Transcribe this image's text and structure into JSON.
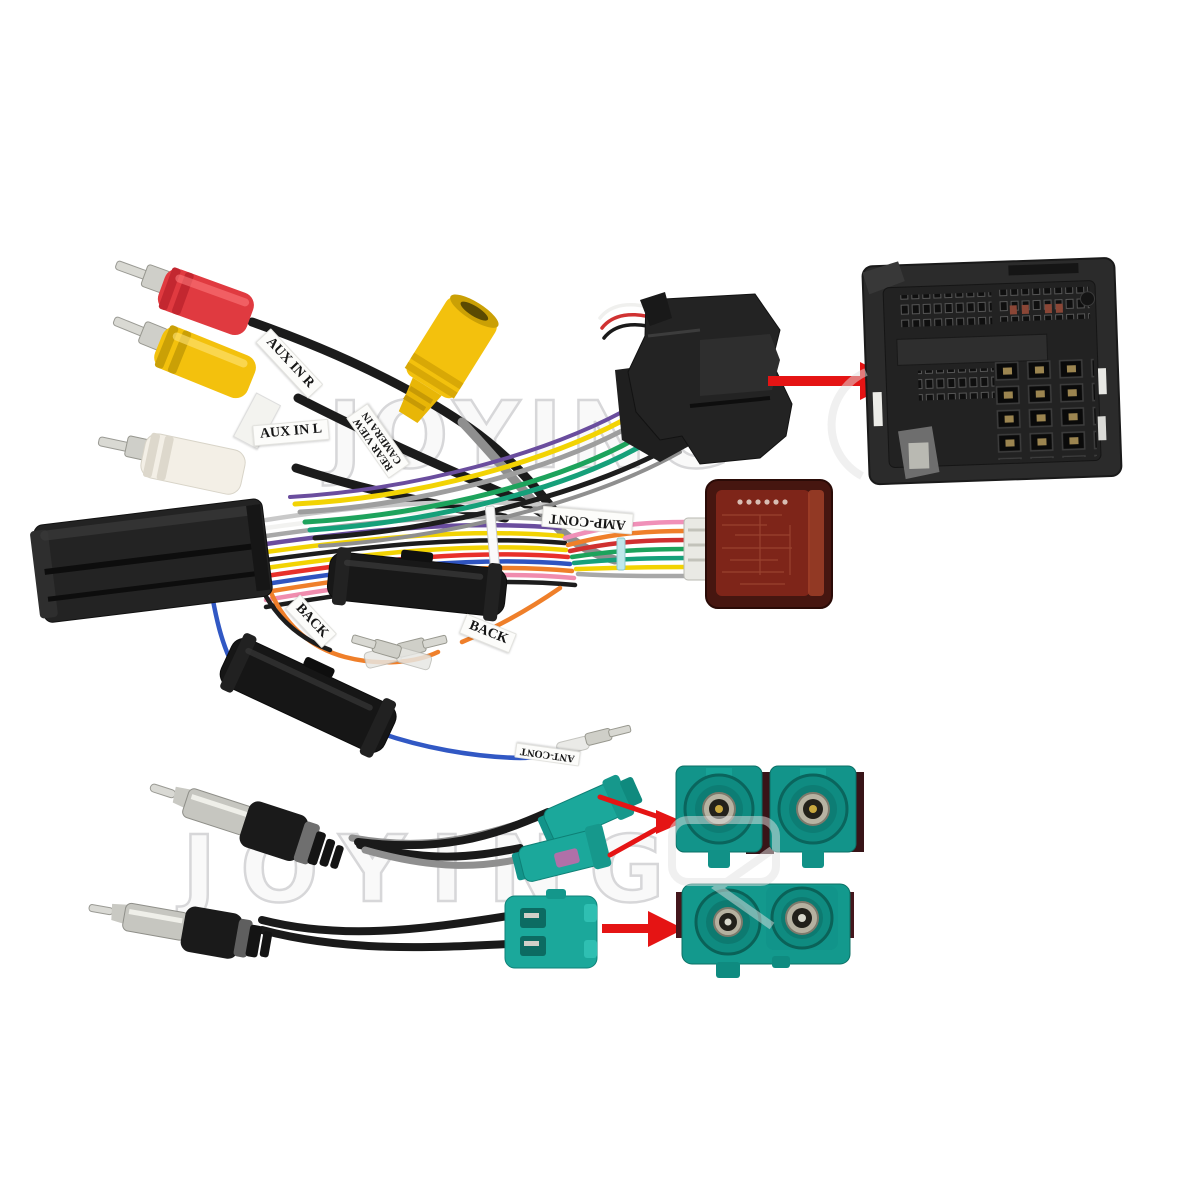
{
  "scene": {
    "description": "Product photo: car stereo wiring harness kit with quadlock connectors, CAN-bus decoder box, RCA leads and Fakra antenna adapters on white background",
    "background_color": "#ffffff"
  },
  "watermark": {
    "text": "JOYING",
    "color": "#d7d7d9"
  },
  "wire_tags": {
    "aux_in_r": "AUX IN R",
    "aux_in_l": "AUX IN L",
    "rear_view_camera_line1": "REAR VIEW",
    "rear_view_camera_line2": "CAMERA IN",
    "back_left": "BACK",
    "back_right": "BACK",
    "amp_cont": "AMP-CONT",
    "ant_cont": "ANT-CONT"
  },
  "palette": {
    "scene_bg": "#ffffff",
    "rca_red": "#e03a40",
    "rca_yellow": "#f3c10d",
    "rca_white": "#f3efe6",
    "fakra_teal": "#1ba89b",
    "arrow_red": "#e51414",
    "decoder_body": "#461610",
    "decoder_board": "#86281a",
    "connector_black": "#232323",
    "wire_orange": "#ef7f2a",
    "wire_blue": "#3158c4"
  }
}
